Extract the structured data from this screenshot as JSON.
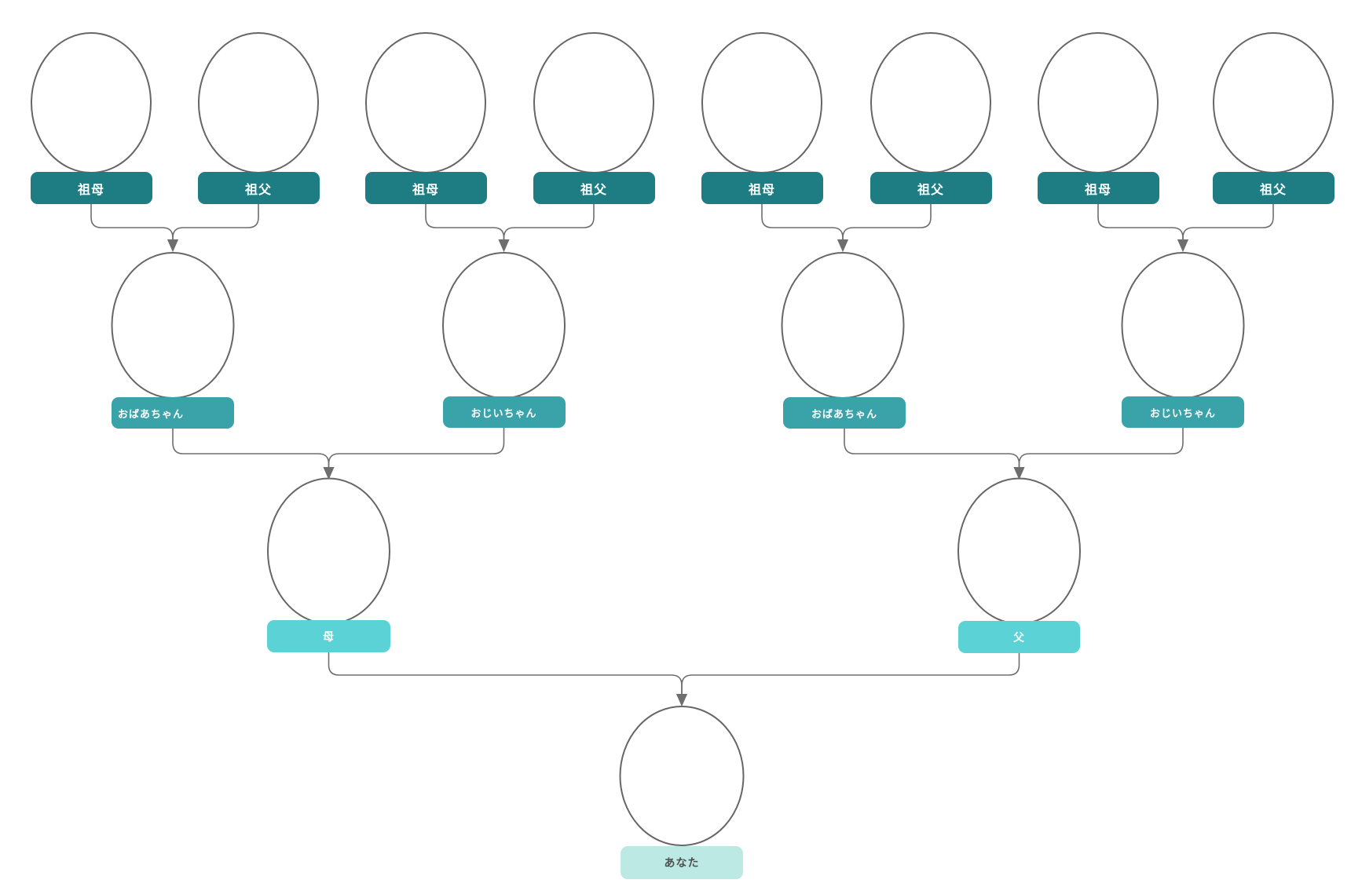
{
  "diagram_title": "family-tree",
  "colors": {
    "gen1": "#1e7d82",
    "gen2": "#3aa3a9",
    "gen3": "#5ad2d6",
    "gen4": "#bde9e4",
    "gen4Text": "#4f4f4f",
    "ellipseStroke": "#666666",
    "edgeStroke": "#6e6e6e"
  },
  "nodes": {
    "g1": [
      {
        "label": "祖母"
      },
      {
        "label": "祖父"
      },
      {
        "label": "祖母"
      },
      {
        "label": "祖父"
      },
      {
        "label": "祖母"
      },
      {
        "label": "祖父"
      },
      {
        "label": "祖母"
      },
      {
        "label": "祖父"
      }
    ],
    "g2": [
      {
        "label": "おばあちゃん"
      },
      {
        "label": "おじいちゃん"
      },
      {
        "label": "おばあちゃん"
      },
      {
        "label": "おじいちゃん"
      }
    ],
    "g3": [
      {
        "label": "母"
      },
      {
        "label": "父"
      }
    ],
    "g4": [
      {
        "label": "あなた"
      }
    ]
  }
}
